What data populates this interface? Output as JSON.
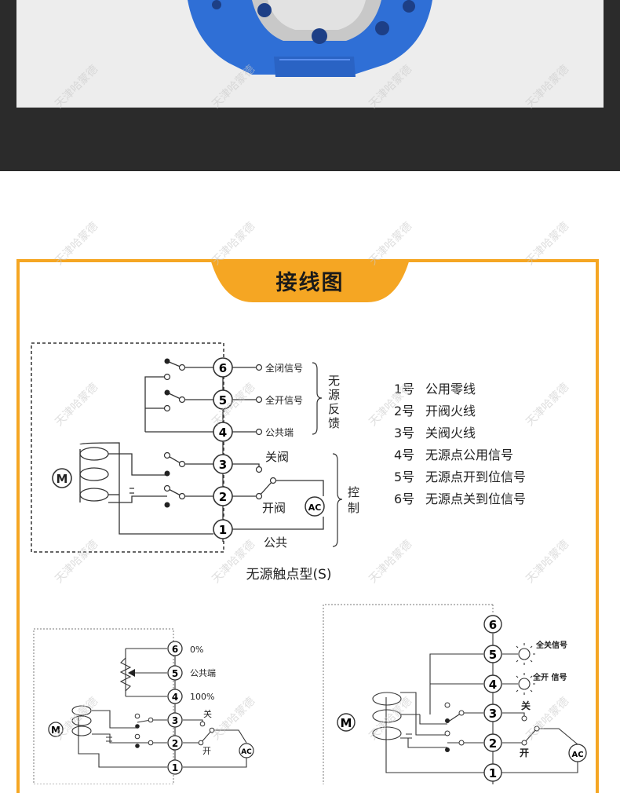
{
  "watermark": "天津哈蒙德",
  "title": "接线图",
  "colors": {
    "accent": "#f5a623",
    "valve_blue": "#2f6fd6",
    "dark_band": "#2b2b2b"
  },
  "main_diagram": {
    "motor": "M",
    "terminals": [
      "6",
      "5",
      "4",
      "3",
      "2",
      "1"
    ],
    "feedback_labels": [
      "全闭信号",
      "全开信号",
      "公共端"
    ],
    "feedback_group_label": [
      "无",
      "源",
      "反",
      "馈"
    ],
    "control_labels": [
      "关阀",
      "开阀",
      "公共"
    ],
    "control_group_label": [
      "控",
      "制"
    ],
    "ac_label": "AC",
    "caption": "无源触点型(S)"
  },
  "legend": [
    {
      "num": "1号",
      "text": "公用零线"
    },
    {
      "num": "2号",
      "text": "开阀火线"
    },
    {
      "num": "3号",
      "text": "关阀火线"
    },
    {
      "num": "4号",
      "text": "无源点公用信号"
    },
    {
      "num": "5号",
      "text": "无源点开到位信号"
    },
    {
      "num": "6号",
      "text": "无源点关到位信号"
    }
  ],
  "left_diagram": {
    "motor": "M",
    "terminals": [
      "6",
      "5",
      "4",
      "3",
      "2",
      "1"
    ],
    "labels": [
      "0%",
      "公共端",
      "100%",
      "关",
      "开"
    ],
    "ac_label": "AC"
  },
  "right_diagram": {
    "motor": "M",
    "terminals": [
      "6",
      "5",
      "4",
      "3",
      "2",
      "1"
    ],
    "labels": [
      "全关信号",
      "全开 信号",
      "关",
      "开"
    ],
    "ac_label": "AC"
  }
}
